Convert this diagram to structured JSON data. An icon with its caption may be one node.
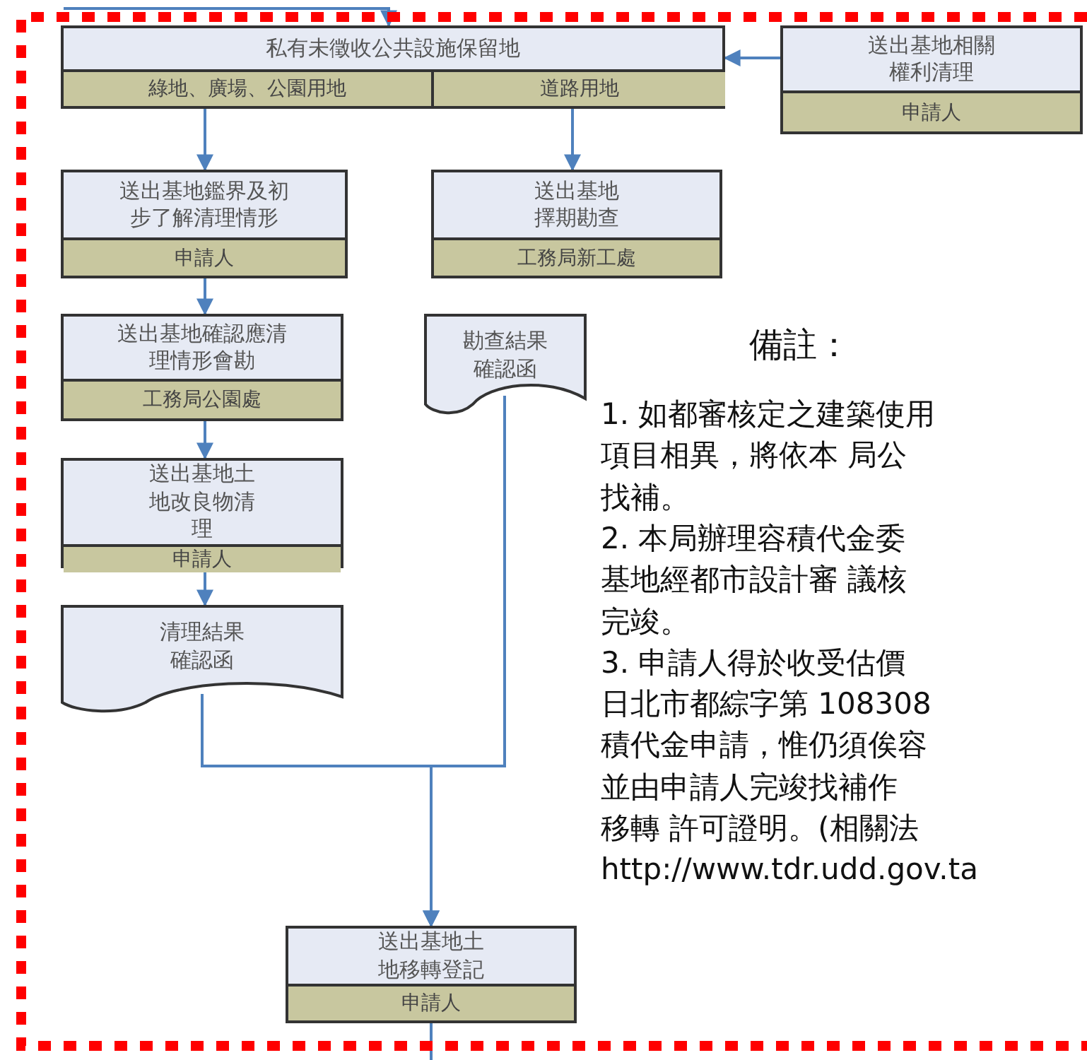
{
  "diagram": {
    "nodes": [
      {
        "text": [
          "私有未徵收公共設施保留地"
        ]
      },
      {
        "text": [
          "綠地、廣場、公園用地"
        ],
        "in": 0
      },
      {
        "text": [
          "道路用地"
        ],
        "in": 0
      },
      {
        "text": [
          "送出基地相關權利清理",
          "申請人"
        ]
      },
      {
        "text": [
          "送出基地鑑界及初步了解清理情形",
          "申請人"
        ]
      },
      {
        "text": [
          "送出基地擇期勘查",
          "工務局新工處"
        ]
      },
      {
        "text": [
          "送出基地確認應清理情形會勘",
          "工務局公園處"
        ]
      },
      {
        "text": [
          "勘查結果確認函"
        ]
      },
      {
        "text": [
          "送出基地土地改良物清理",
          "申請人"
        ]
      },
      {
        "text": [
          "清理結果確認函"
        ]
      },
      {
        "text": [
          "送出基地土地移轉登記",
          "申請人"
        ]
      }
    ],
    "edges": [
      {
        "from": 3,
        "to": 0,
        "arrow": "to"
      },
      {
        "from": 1,
        "to": 4,
        "arrow": "to"
      },
      {
        "from": 2,
        "to": 5,
        "arrow": "to"
      },
      {
        "from": 4,
        "to": 6,
        "arrow": "to"
      },
      {
        "from": 6,
        "to": 8,
        "arrow": "to"
      },
      {
        "from": 8,
        "to": 9,
        "arrow": "to"
      },
      {
        "from": 9,
        "to": 10,
        "arrow": "to"
      },
      {
        "from": 7,
        "to": 10,
        "arrow": "to"
      },
      {
        "from": null,
        "to": 0,
        "arrow": "to"
      },
      {
        "from": 10,
        "to": null,
        "arrow": "none"
      }
    ],
    "labels": [
      "備註：",
      "1. 如都審核定之建築使用",
      "項目相異，將依本 局公",
      "找補。",
      "2. 本局辦理容積代金委",
      "基地經都市設計審 議核",
      "完竣。",
      "3. 申請人得於收受估價",
      "日北市都綜字第 108308",
      "積代金申請，惟仍須俟容",
      "並由申請人完竣找補作",
      "移轉 許可證明。(相關法",
      "http://www.tdr.udd.gov.ta"
    ]
  }
}
